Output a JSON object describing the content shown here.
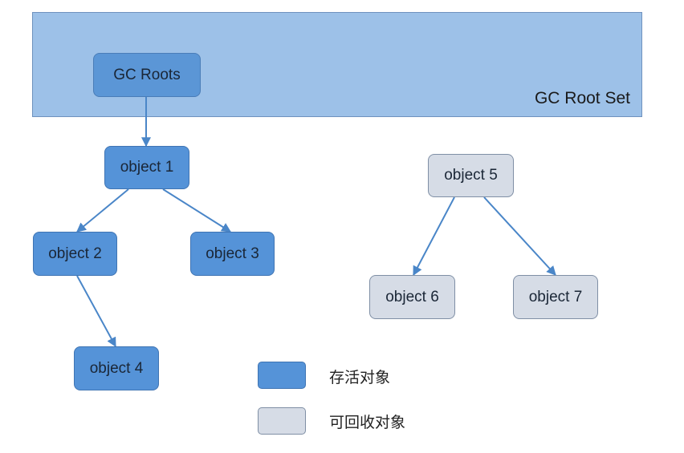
{
  "root_set": {
    "label": "GC Root Set"
  },
  "nodes": {
    "gc_roots": {
      "label": "GC Roots",
      "state": "root"
    },
    "object1": {
      "label": "object 1",
      "state": "live"
    },
    "object2": {
      "label": "object 2",
      "state": "live"
    },
    "object3": {
      "label": "object 3",
      "state": "live"
    },
    "object4": {
      "label": "object 4",
      "state": "live"
    },
    "object5": {
      "label": "object 5",
      "state": "collectable"
    },
    "object6": {
      "label": "object 6",
      "state": "collectable"
    },
    "object7": {
      "label": "object 7",
      "state": "collectable"
    }
  },
  "edges": [
    {
      "from": "gc_roots",
      "to": "object1"
    },
    {
      "from": "object1",
      "to": "object2"
    },
    {
      "from": "object1",
      "to": "object3"
    },
    {
      "from": "object2",
      "to": "object4"
    },
    {
      "from": "object5",
      "to": "object6"
    },
    {
      "from": "object5",
      "to": "object7"
    }
  ],
  "legend": {
    "live": {
      "label": "存活对象"
    },
    "collectable": {
      "label": "可回收对象"
    }
  },
  "colors": {
    "live": "#5593d8",
    "collectable": "#d6dce6",
    "root_set": "#9dc1e8",
    "edge": "#4a86c8"
  }
}
